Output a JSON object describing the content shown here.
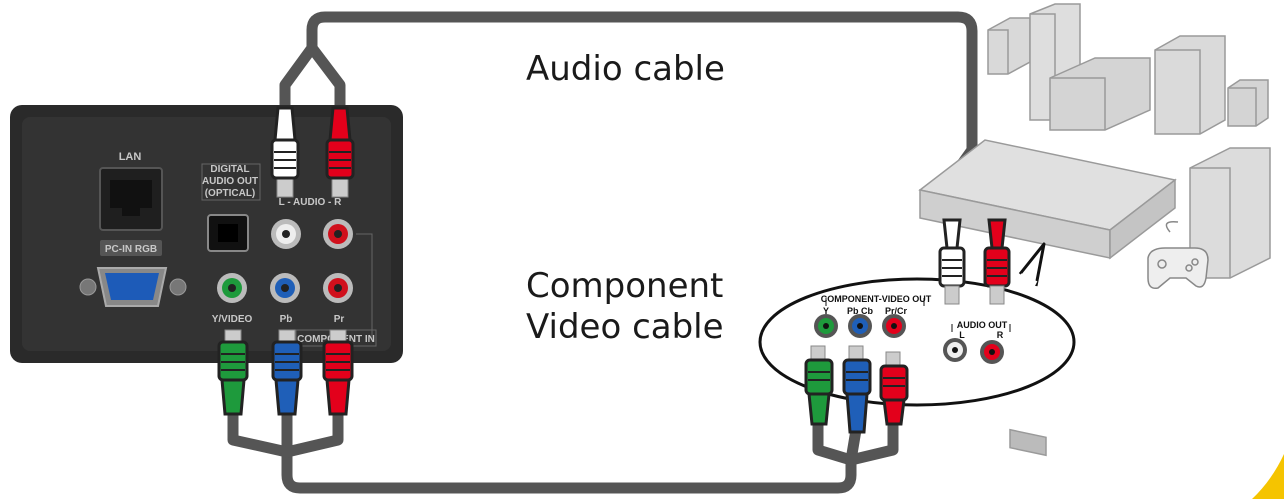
{
  "captions": {
    "audio": "Audio cable",
    "component_line1": "Component",
    "component_line2": "Video cable"
  },
  "tv_panel": {
    "lan": "LAN",
    "digital_audio_line1": "DIGITAL",
    "digital_audio_line2": "AUDIO OUT",
    "digital_audio_line3": "(OPTICAL)",
    "audio_lr": "L - AUDIO - R",
    "pc_in": "PC-IN RGB",
    "y_video": "Y/VIDEO",
    "pb": "Pb",
    "pr": "Pr",
    "component_in": "COMPONENT IN"
  },
  "player_callout": {
    "component_out": "COMPONENT-VIDEO OUT",
    "y": "Y",
    "pb_cb": "Pb Cb",
    "pr_cr": "Pr/Cr",
    "audio_out": "AUDIO OUT",
    "l": "L",
    "r": "R"
  },
  "colors": {
    "green": "#1e9a3c",
    "blue": "#1f5fb8",
    "red": "#e3001b",
    "white": "#ffffff",
    "cable": "#555555",
    "panel": "#2d2d2d",
    "accent": "#f5c400"
  }
}
